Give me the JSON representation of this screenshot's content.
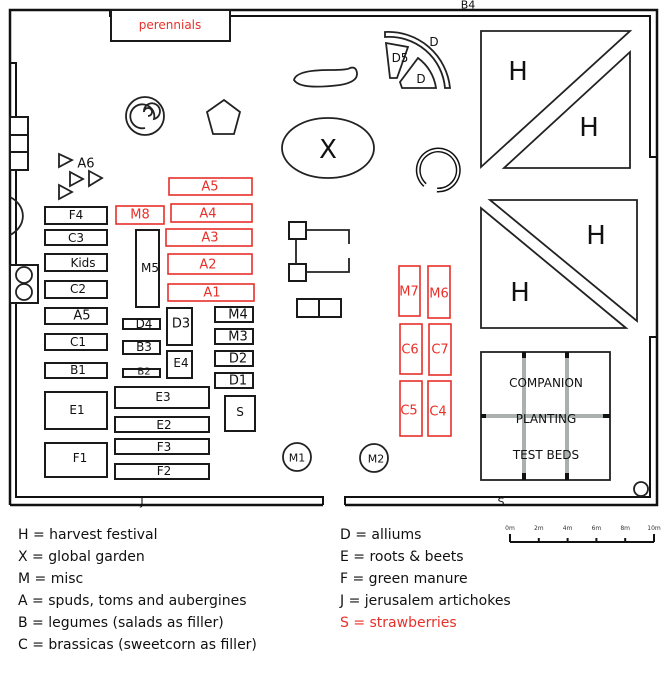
{
  "map": {
    "edge_labels": {
      "top": "B4",
      "bottom_left": "J",
      "bottom_right": "S"
    },
    "perennials": "perennials",
    "harvest_label": "H",
    "global_label": "X",
    "allium_labels": {
      "arc": "D",
      "d5": "D5",
      "d": "D"
    },
    "a6": "A6",
    "left_column": [
      "F4",
      "C3",
      "Kids",
      "C2",
      "A5",
      "C1",
      "B1",
      "E1",
      "F1"
    ],
    "middle_beds": {
      "m8": "M8",
      "m5": "M5",
      "d4": "D4",
      "b3": "B3",
      "b2": "B2",
      "d3": "D3",
      "e4": "E4",
      "e3": "E3",
      "e2": "E2",
      "f3": "F3",
      "f2": "F2"
    },
    "red_rows": [
      "A5",
      "A4",
      "A3",
      "A2",
      "A1"
    ],
    "right_small": [
      "M4",
      "M3",
      "D2",
      "D1"
    ],
    "strawberry_bed": "S",
    "red_columns": [
      "M7",
      "M6",
      "C6",
      "C7",
      "C5",
      "C4"
    ],
    "circles": [
      "M1",
      "M2"
    ],
    "companion": [
      "COMPANION",
      "PLANTING",
      "TEST BEDS"
    ]
  },
  "legend": {
    "left": [
      "H = harvest festival",
      "X = global garden",
      "M = misc",
      "A = spuds, toms and aubergines",
      "B = legumes (salads as filler)",
      "C = brassicas (sweetcorn as filler)"
    ],
    "right": [
      "D = alliums",
      "E = roots & beets",
      "F = green manure",
      "J = jerusalem artichokes"
    ],
    "highlight": "S = strawberries"
  },
  "scale_bar": {
    "ticks": [
      "0m",
      "2m",
      "4m",
      "6m",
      "8m",
      "10m"
    ]
  },
  "colors": {
    "highlight": "#e8302a",
    "ink": "#111111"
  }
}
